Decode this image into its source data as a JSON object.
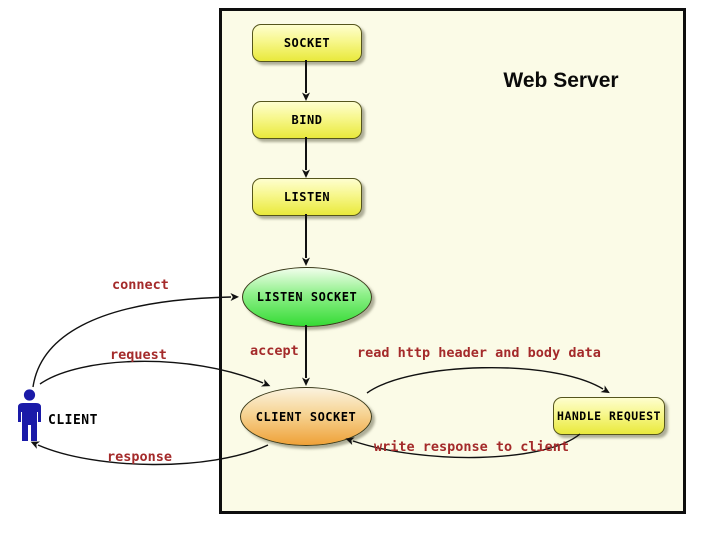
{
  "diagram": {
    "title": "Web Server",
    "nodes": {
      "socket": {
        "label": "SOCKET"
      },
      "bind": {
        "label": "BIND"
      },
      "listen": {
        "label": "LISTEN"
      },
      "listen_socket": {
        "label": "LISTEN SOCKET"
      },
      "client_socket": {
        "label": "CLIENT SOCKET"
      },
      "handle_request": {
        "label": "HANDLE REQUEST"
      },
      "client": {
        "label": "CLIENT"
      }
    },
    "edges": {
      "connect": "connect",
      "request": "request",
      "response": "response",
      "accept": "accept",
      "read_http": "read http header and body data",
      "write_response": "write response to client"
    },
    "colors": {
      "server_background": "#fbfbe7",
      "box_yellow_top": "#fefecf",
      "box_yellow_bottom": "#e9e93c",
      "ellipse_green_top": "#f2feec",
      "ellipse_green_bottom": "#35db35",
      "ellipse_orange_top": "#fbf3df",
      "ellipse_orange_bottom": "#efa138",
      "edge_label_red": "#a42a2a",
      "client_icon_blue": "#1a1aa8",
      "arrow_black": "#111111"
    }
  }
}
